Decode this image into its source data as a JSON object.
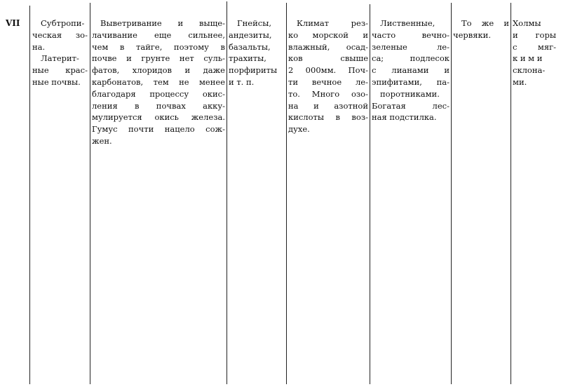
{
  "row_number": "VII",
  "columns": [
    {
      "lines": [
        "Субтропи-",
        "ческая зо-",
        "на.",
        "Латерит-",
        "ные крас-",
        "ные почвы."
      ]
    },
    {
      "lines": [
        "Выветривание и выще-",
        "лачивание еще сильнее,",
        "чем в тайге, поэтому в",
        "почве и грунте нет суль-",
        "фатов, хлоридов и даже",
        "карбонатов, тем не менее",
        "благодаря процессу окис-",
        "ления в почвах акку-",
        "мулируется окись железа.",
        "Гумус почти нацело сож-",
        "жен."
      ]
    },
    {
      "lines": [
        "Гнейсы,",
        "андезиты,",
        "базальты,",
        "трахиты,",
        "порфириты",
        "и т. п."
      ]
    },
    {
      "lines": [
        "Климат рез-",
        "ко морской и",
        "влажный, осад-",
        "ков свыше",
        "2 000мм. Поч-",
        "ти вечное ле-",
        "то. Много озо-",
        "на и азотной",
        "кислоты в воз-",
        "духе."
      ]
    },
    {
      "lines": [
        "Лиственные,",
        "часто вечно-",
        "зеленые ле-",
        "са; подлесок",
        "с лианами и",
        "эпифитами, па-",
        "поротниками.",
        "Богатая лес-",
        "ная подстилка."
      ]
    },
    {
      "lines": [
        "То же и",
        "червяки."
      ]
    },
    {
      "lines": [
        "Холмы",
        "и горы",
        "с мяг-",
        "к и м и",
        "склона-",
        "ми."
      ]
    }
  ]
}
